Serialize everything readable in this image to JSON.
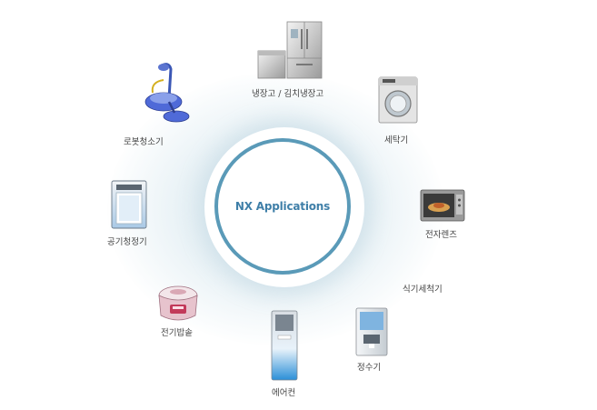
{
  "center": {
    "title": "NX Applications"
  },
  "appliances": [
    {
      "label": "냉장고 / 김치냉장고",
      "icon": "refrigerator-icon"
    },
    {
      "label": "세탁기",
      "icon": "washing-machine-icon"
    },
    {
      "label": "전자렌즈",
      "icon": "microwave-icon"
    },
    {
      "label": "식기세척기",
      "icon": ""
    },
    {
      "label": "정수기",
      "icon": "water-purifier-icon"
    },
    {
      "label": "에어컨",
      "icon": "air-conditioner-icon"
    },
    {
      "label": "전기밥솥",
      "icon": "rice-cooker-icon"
    },
    {
      "label": "공기청정기",
      "icon": "air-purifier-icon"
    },
    {
      "label": "로봇청소기",
      "icon": "robot-cleaner-icon"
    }
  ],
  "colors": {
    "ring": "#5a9ab8",
    "title": "#3f7fa8",
    "glow": "#d9e8ef"
  }
}
